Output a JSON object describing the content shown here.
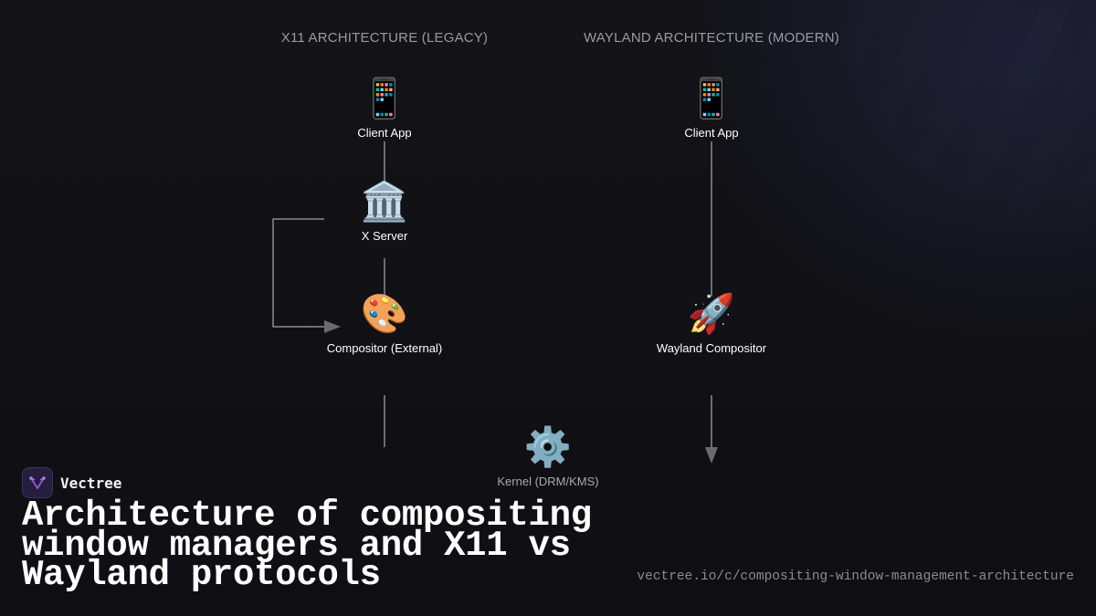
{
  "diagram": {
    "columns": [
      {
        "id": "x11",
        "title": "X11 ARCHITECTURE (LEGACY)"
      },
      {
        "id": "wayland",
        "title": "WAYLAND ARCHITECTURE (MODERN)"
      }
    ],
    "nodes": {
      "x11_client": {
        "icon": "mobile-phone-icon",
        "glyph": "📱",
        "label": "Client App"
      },
      "x_server": {
        "icon": "classical-building-icon",
        "glyph": "🏛️",
        "label": "X Server"
      },
      "x11_compositor": {
        "icon": "artist-palette-icon",
        "glyph": "🎨",
        "label": "Compositor (External)"
      },
      "wayland_client": {
        "icon": "mobile-phone-icon",
        "glyph": "📱",
        "label": "Client App"
      },
      "wayland_compositor": {
        "icon": "rocket-icon",
        "glyph": "🚀",
        "label": "Wayland Compositor"
      },
      "kernel": {
        "icon": "gear-icon",
        "glyph": "⚙️",
        "label": "Kernel (DRM/KMS)"
      }
    },
    "edges": [
      {
        "from": "x11_client",
        "to": "x_server"
      },
      {
        "from": "x_server",
        "to": "x11_compositor"
      },
      {
        "from": "x_server",
        "to": "x11_compositor",
        "style": "loop-back-arrow"
      },
      {
        "from": "x11_compositor",
        "to": "kernel"
      },
      {
        "from": "wayland_client",
        "to": "wayland_compositor"
      },
      {
        "from": "wayland_compositor",
        "to": "kernel",
        "style": "arrow"
      }
    ],
    "colors": {
      "edge": "#8a8a90",
      "background": "#111115"
    }
  },
  "footer": {
    "brand_name": "Vectree",
    "headline": "Architecture of compositing window managers and X11 vs Wayland protocols",
    "url": "vectree.io/c/compositing-window-management-architecture"
  }
}
